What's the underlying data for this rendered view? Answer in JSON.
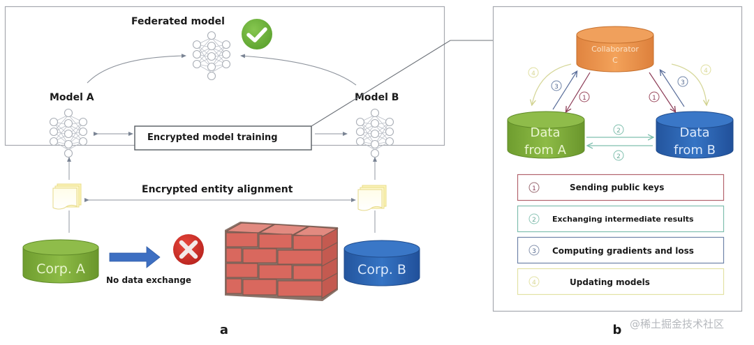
{
  "panel_a": {
    "caption": "a",
    "federated_model_label": "Federated model",
    "model_a_label": "Model A",
    "model_b_label": "Model B",
    "training_box_label": "Encrypted model training",
    "alignment_label": "Encrypted entity alignment",
    "corp_a_label": "Corp. A",
    "corp_b_label": "Corp. B",
    "no_exchange_label": "No data exchange",
    "colors": {
      "corp_a": "#7fae3a",
      "corp_b": "#2e66b5",
      "check": "#6eb43f",
      "cross": "#d8312a",
      "arrow": "#3d6fc2",
      "brick": "#d9685e"
    }
  },
  "panel_b": {
    "caption": "b",
    "collaborator_line1": "Collaborator",
    "collaborator_line2": "C",
    "data_a_line1": "Data",
    "data_a_line2": "from A",
    "data_b_line1": "Data",
    "data_b_line2": "from B",
    "step_markers": {
      "one": "1",
      "two": "2",
      "three": "3",
      "four": "4"
    },
    "legend": [
      {
        "num": "1",
        "label": "Sending public keys",
        "color": "#b2636d"
      },
      {
        "num": "2",
        "label": "Exchanging  intermediate results",
        "color": "#7fbfae"
      },
      {
        "num": "3",
        "label": "Computing gradients and loss",
        "color": "#6f84a8"
      },
      {
        "num": "4",
        "label": "Updating models",
        "color": "#e3e2a4"
      }
    ],
    "colors": {
      "collaborator": "#ef9a4f",
      "data_a": "#7fae3a",
      "data_b": "#2e66b5"
    }
  },
  "watermark": "@稀土掘金技术社区"
}
